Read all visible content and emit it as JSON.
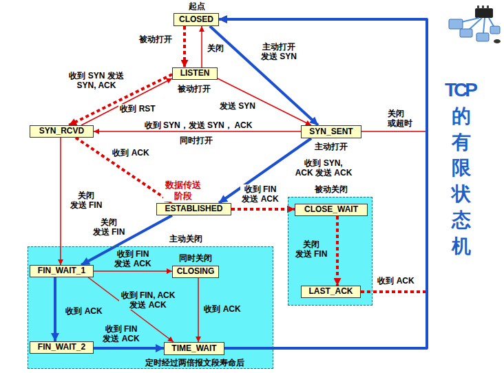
{
  "diagram": {
    "title": "TCP的有限状态机",
    "nodes": [
      {
        "text": [
          "起点",
          "CLOSED"
        ]
      },
      {
        "text": [
          "LISTEN"
        ]
      },
      {
        "text": [
          "SYN_RCVD"
        ]
      },
      {
        "text": [
          "SYN_SENT"
        ]
      },
      {
        "text": [
          "ESTABLISHED"
        ]
      },
      {
        "text": [
          "被动关闭"
        ]
      },
      {
        "text": [
          "CLOSE_WAIT"
        ],
        "in": 5
      },
      {
        "text": [
          "LAST_ACK"
        ],
        "in": 5
      },
      {
        "text": [
          "主动关闭"
        ]
      },
      {
        "text": [
          "FIN_WAIT_1"
        ],
        "in": 8
      },
      {
        "text": [
          "CLOSING"
        ],
        "in": 8
      },
      {
        "text": [
          "FIN_WAIT_2"
        ],
        "in": 8
      },
      {
        "text": [
          "TIME_WAIT"
        ],
        "in": 8
      }
    ],
    "edges": [
      {
        "from": 0,
        "to": 1,
        "arrow": "to",
        "label": "被动打开"
      },
      {
        "from": 1,
        "to": 0,
        "arrow": "to",
        "label": "关闭"
      },
      {
        "from": 0,
        "to": 3,
        "arrow": "to",
        "label": "主动打开 发送 SYN"
      },
      {
        "from": 1,
        "to": 2,
        "arrow": "to",
        "label": "收到 SYN 发送 SYN, ACK"
      },
      {
        "from": 2,
        "to": 1,
        "arrow": "to",
        "label": "收到 RST"
      },
      {
        "from": 1,
        "to": 3,
        "arrow": "to",
        "label": "发送 SYN"
      },
      {
        "from": 3,
        "to": 2,
        "arrow": "to",
        "label": "收到 SYN，发送 SYN， ACK"
      },
      {
        "from": 3,
        "to": 0,
        "arrow": "to",
        "label": "关闭 或超时"
      },
      {
        "from": 2,
        "to": 4,
        "arrow": "to",
        "label": "收到 ACK"
      },
      {
        "from": 3,
        "to": 4,
        "arrow": "to",
        "label": "收到 SYN, ACK 发送 ACK"
      },
      {
        "from": 2,
        "to": 9,
        "arrow": "to",
        "label": "关闭 发送 FIN"
      },
      {
        "from": 4,
        "to": 9,
        "arrow": "to",
        "label": "关闭 发送 FIN"
      },
      {
        "from": 4,
        "to": 6,
        "arrow": "to",
        "label": "收到 FIN 发送 ACK"
      },
      {
        "from": 6,
        "to": 7,
        "arrow": "to",
        "label": "关闭 发送 FIN"
      },
      {
        "from": 7,
        "to": 0,
        "arrow": "to",
        "label": "收到 ACK"
      },
      {
        "from": 9,
        "to": 10,
        "arrow": "to",
        "label": "收到 FIN 发送 ACK"
      },
      {
        "from": 9,
        "to": 12,
        "arrow": "to",
        "label": "收到 FIN, ACK 发送 ACK"
      },
      {
        "from": 9,
        "to": 11,
        "arrow": "to",
        "label": "收到 ACK"
      },
      {
        "from": 10,
        "to": 12,
        "arrow": "to",
        "label": "收到 ACK"
      },
      {
        "from": 11,
        "to": 12,
        "arrow": "to",
        "label": "收到 FIN 发送 ACK"
      },
      {
        "from": 12,
        "to": 0,
        "arrow": "to",
        "label": "定时经过两倍报文段寿命后"
      }
    ],
    "labels": [
      "被动打开",
      "同时打开",
      "主动打开",
      "数据传送阶段",
      "同时关闭"
    ]
  }
}
